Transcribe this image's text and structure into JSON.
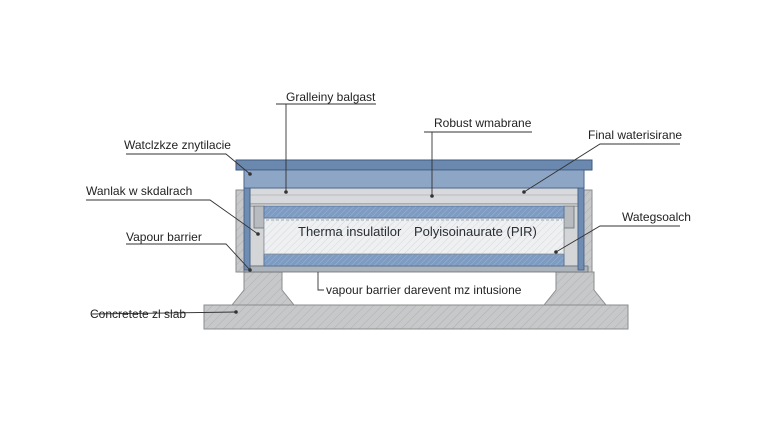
{
  "labels": {
    "gravel_ballast": "Gralleiny balgast",
    "robust_membrane": "Robust wmabrane",
    "final_waterproofing": "Final waterisirane",
    "waterproofing_overlap": "Watclzkze znytilacie",
    "wall_detail": "Wanlak w skdalrach",
    "vapour_barrier": "Vapour barrier",
    "concrete_slab": "Concretete zl slab",
    "thermal_insulation": "Therma insulatilor",
    "pir": "Polyisoinaurate (PIR)",
    "water_seal": "Wategsoalch",
    "vapour_barrier_note": "vapour barrier darevent mz intusione"
  },
  "colors": {
    "membrane": "#6b88ae",
    "insulation": "#e8eaec",
    "concrete": "#c9cbcc",
    "leader": "#333333"
  }
}
